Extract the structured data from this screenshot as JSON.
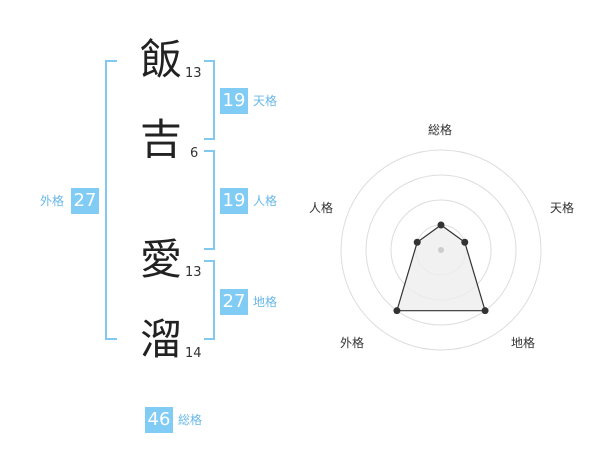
{
  "name": {
    "chars": [
      {
        "char": "飯",
        "strokes": "13"
      },
      {
        "char": "吉",
        "strokes": "6"
      },
      {
        "char": "愛",
        "strokes": "13"
      },
      {
        "char": "溜",
        "strokes": "14"
      }
    ]
  },
  "kakusu": {
    "tenkaku": {
      "value": "19",
      "label": "天格"
    },
    "jinkaku": {
      "value": "19",
      "label": "人格"
    },
    "chikaku": {
      "value": "27",
      "label": "地格"
    },
    "gaikaku": {
      "value": "27",
      "label": "外格"
    },
    "soukaku": {
      "value": "46",
      "label": "総格"
    }
  },
  "radar": {
    "axes": [
      "総格",
      "天格",
      "地格",
      "外格",
      "人格"
    ],
    "levels": 4,
    "values": [
      1,
      1,
      3,
      3,
      1
    ],
    "max": 4,
    "colors": {
      "grid": "#dddddd",
      "fill": "#eeeeee",
      "stroke": "#333333",
      "point": "#333333",
      "center": "#cccccc"
    }
  },
  "colors": {
    "bracket": "#82c8f0",
    "badge": "#80ccf5",
    "badge_label": "#68b8e8"
  }
}
